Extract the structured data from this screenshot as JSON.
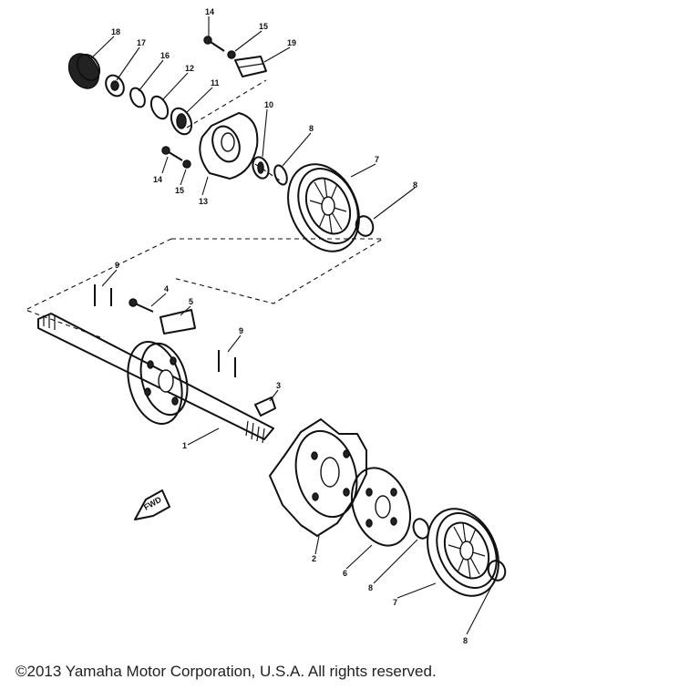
{
  "diagram": {
    "callouts": [
      "18",
      "17",
      "16",
      "12",
      "11",
      "14",
      "15",
      "19",
      "10",
      "8",
      "7",
      "8",
      "14",
      "15",
      "13",
      "9",
      "4",
      "5",
      "9",
      "3",
      "1",
      "2",
      "6",
      "8",
      "7",
      "8"
    ],
    "fwd_label": "FWD"
  },
  "footer": {
    "copyright": "©2013 Yamaha Motor Corporation, U.S.A. All rights reserved."
  }
}
